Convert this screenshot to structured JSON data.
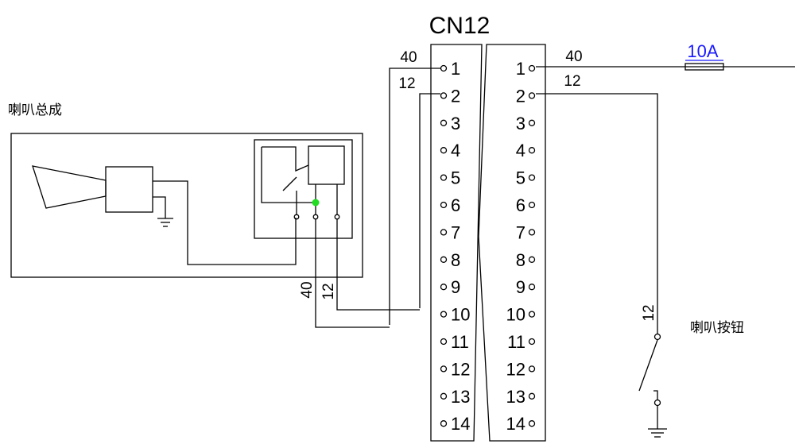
{
  "connector": {
    "name": "CN12",
    "pins": [
      "1",
      "2",
      "3",
      "4",
      "5",
      "6",
      "7",
      "8",
      "9",
      "10",
      "11",
      "12",
      "13",
      "14"
    ]
  },
  "wires": {
    "left_pin1": "40",
    "left_pin2": "12",
    "right_pin1": "40",
    "right_pin2": "12",
    "horn_wire_a": "40",
    "horn_wire_b": "12",
    "button_wire": "12"
  },
  "fuse": {
    "rating": "10A"
  },
  "labels": {
    "horn_assembly": "喇叭总成",
    "horn_button": "喇叭按钮"
  },
  "colors": {
    "line": "#000000",
    "fuse_label": "#1a1aff",
    "junction": "#22dd22"
  }
}
